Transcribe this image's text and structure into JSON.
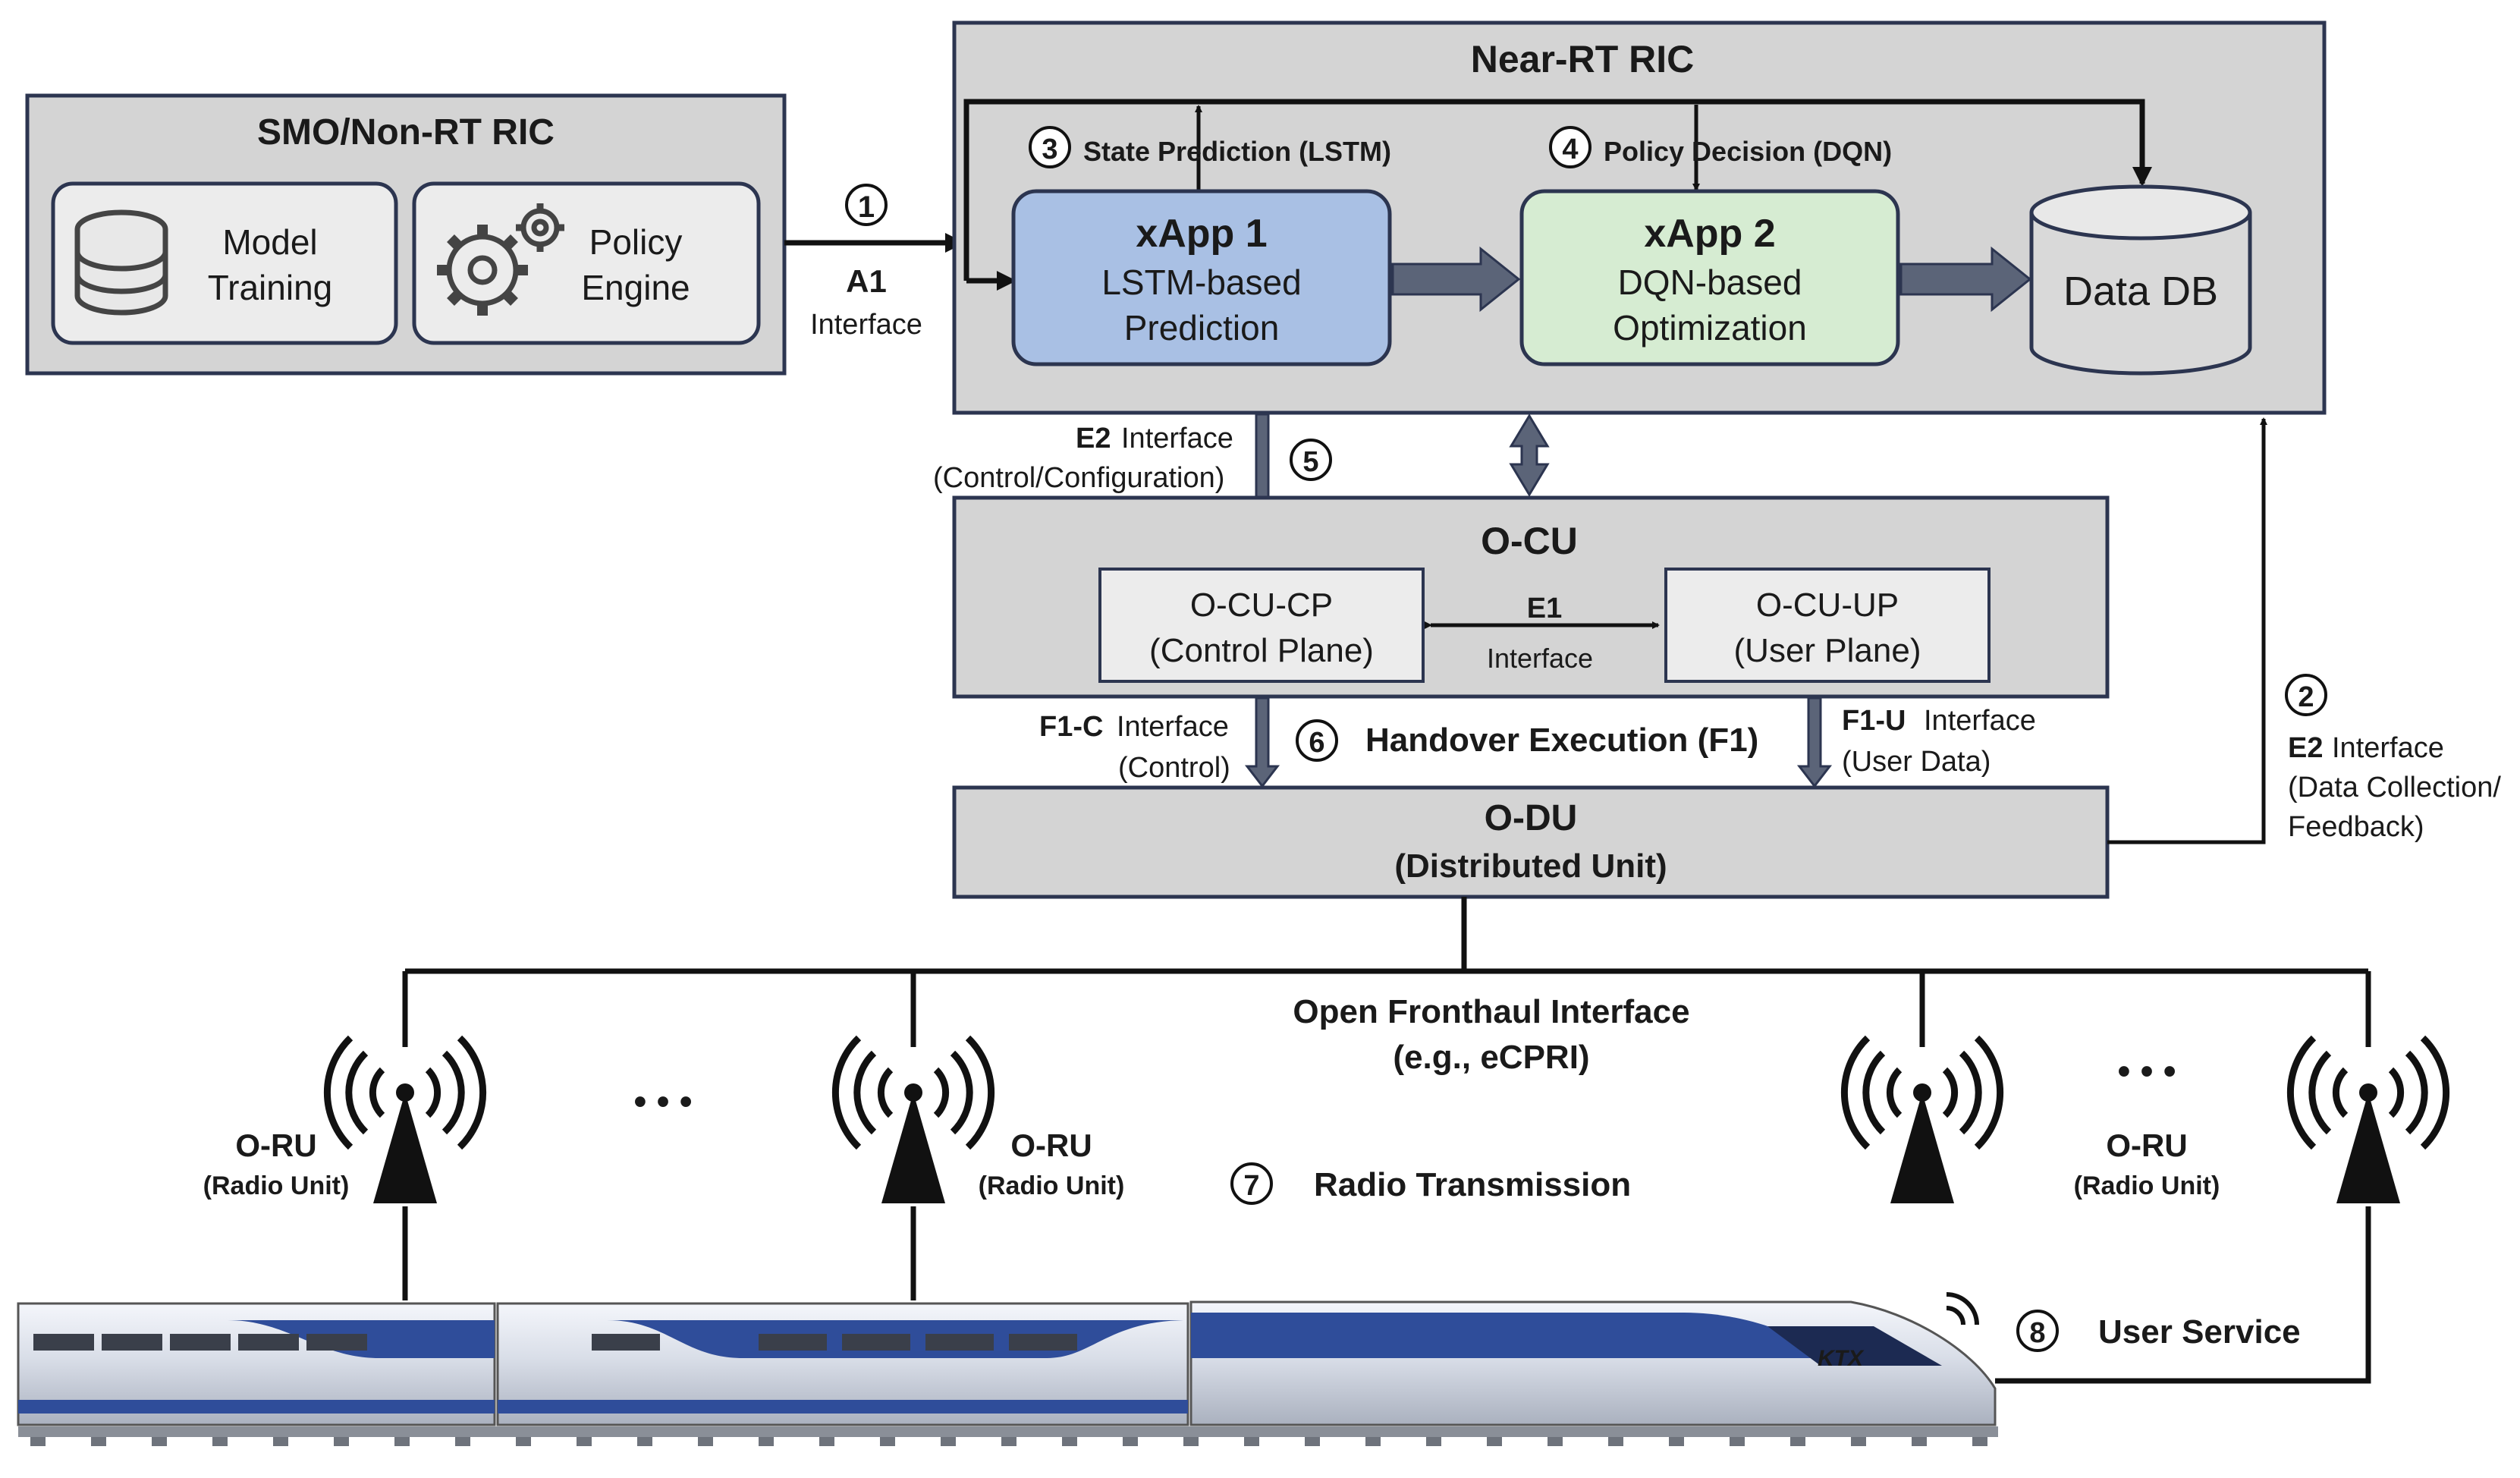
{
  "smo": {
    "title": "SMO/Non-RT RIC",
    "model_training": [
      "Model",
      "Training"
    ],
    "policy_engine": [
      "Policy",
      "Engine"
    ],
    "icon_database": "database-icon",
    "icon_gears": "gears-icon"
  },
  "a1": {
    "number": "①",
    "name": "A1",
    "label": "Interface"
  },
  "near_rt_ric": {
    "title": "Near-RT RIC",
    "step3": {
      "number": "③",
      "label": "State Prediction (LSTM)"
    },
    "step4": {
      "number": "④",
      "label": "Policy Decision (DQN)"
    },
    "xapp1": {
      "title": "xApp 1",
      "line1": "LSTM-based",
      "line2": "Prediction",
      "color": "#a9c0e4"
    },
    "xapp2": {
      "title": "xApp 2",
      "line1": "DQN-based",
      "line2": "Optimization",
      "color": "#d6ecd2"
    },
    "data_db": "Data DB"
  },
  "e2_control": {
    "name": "E2",
    "label": "Interface",
    "sub": "(Control/Configuration)",
    "number": "⑤"
  },
  "ocu": {
    "title": "O-CU",
    "cp": [
      "O-CU-CP",
      "(Control Plane)"
    ],
    "up": [
      "O-CU-UP",
      "(User Plane)"
    ],
    "e1_name": "E1",
    "e1_label": "Interface"
  },
  "f1c": {
    "name": "F1-C",
    "label": "Interface",
    "sub": "(Control)"
  },
  "step6": {
    "number": "⑥",
    "label": "Handover Execution (F1)"
  },
  "f1u": {
    "name": "F1-U",
    "label": "Interface",
    "sub": "(User Data)"
  },
  "e2_data": {
    "number": "②",
    "name": "E2",
    "label": "Interface",
    "sub1": "(Data Collection/",
    "sub2": "Feedback)"
  },
  "odu": {
    "title": "O-DU",
    "subtitle": "(Distributed Unit)"
  },
  "fronthaul": {
    "line1": "Open Fronthaul Interface",
    "line2": "(e.g., eCPRI)"
  },
  "oru": {
    "title": "O-RU",
    "subtitle": "(Radio Unit)"
  },
  "step7": {
    "number": "⑦",
    "label": "Radio Transmission"
  },
  "step8": {
    "number": "⑧",
    "label": "User Service"
  },
  "train_logo": "KTX",
  "ellipsis": "• • •",
  "colors": {
    "panel": "#d4d4d4",
    "inner": "#ececec",
    "border": "#2c3550",
    "arrow": "#5b6478"
  }
}
